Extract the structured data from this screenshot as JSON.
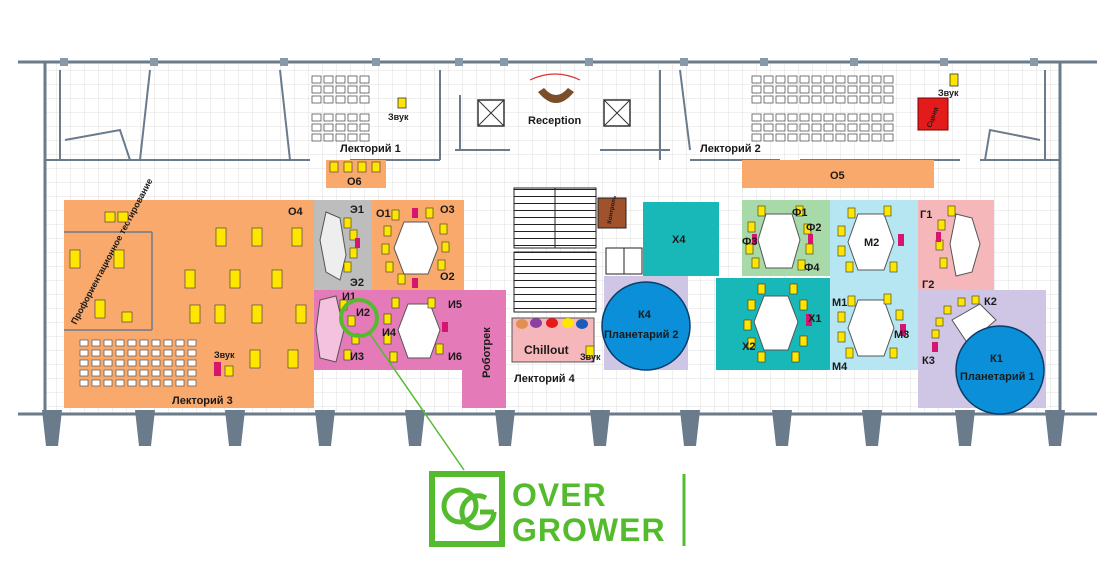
{
  "colors": {
    "orange": "#f9a96b",
    "light_orange": "#f9a96b",
    "gray": "#bdbdbd",
    "pink": "#e47ab8",
    "teal": "#19b8b8",
    "light_blue": "#b5e6f2",
    "green": "#a8d9a8",
    "light_pink": "#f6b7bb",
    "lavender": "#cfc6e6",
    "blue_circle": "#0a8fd8",
    "red": "#e31b1b",
    "brown": "#a0522d",
    "yellow": "#ffe600",
    "magenta": "#d6156f",
    "logo_green": "#55bb2e",
    "wall": "#6a7b8c"
  },
  "rooms": {
    "lecture1": "Лекторий 1",
    "lecture2": "Лекторий 2",
    "lecture3": "Лекторий 3",
    "lecture4": "Лекторий 4",
    "reception": "Reception",
    "chillout": "Chillout",
    "robotrek": "Роботрек",
    "proforientation": "Профориентационное тестирование"
  },
  "sound_labels": {
    "l1": "Звук",
    "l2": "Звук",
    "l3": "Звук",
    "l4": "Звук"
  },
  "stage_label": "Сцена",
  "control_label": "Контроль",
  "zones": {
    "O1": "О1",
    "O2": "О2",
    "O3": "О3",
    "O4": "О4",
    "O5": "О5",
    "O6": "О6",
    "E1": "Э1",
    "E2": "Э2",
    "I1": "И1",
    "I2": "И2",
    "I3": "И3",
    "I4": "И4",
    "I5": "И5",
    "I6": "И6",
    "X1": "Х1",
    "X2": "Х2",
    "X4": "Х4",
    "F1": "Ф1",
    "F2": "Ф2",
    "F3": "Ф3",
    "F4": "Ф4",
    "M1": "М1",
    "M2": "М2",
    "M3": "М3",
    "M4": "М4",
    "G1": "Г1",
    "G2": "Г2",
    "K1": "К1",
    "K2": "К2",
    "K3": "К3",
    "K4": "К4"
  },
  "planetariums": {
    "p1": "Планетарий 1",
    "p2": "Планетарий 2"
  },
  "logo": {
    "line1": "OVER",
    "line2": "GROWER",
    "mark": "OG",
    "target_zone": "И2"
  }
}
